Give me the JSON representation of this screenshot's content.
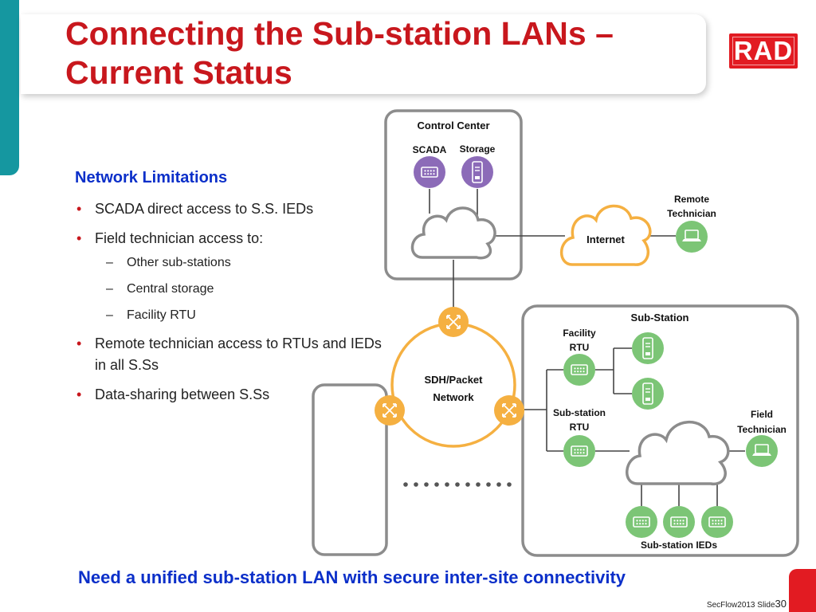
{
  "slide": {
    "title": "Connecting the Sub-station LANs – Current Status",
    "logo_text": "RAD",
    "bottom_message": "Need a unified sub-station LAN with secure inter-site connectivity",
    "footer": {
      "event": "SecFlow2013",
      "slide_label": "Slide",
      "slide_number": "30"
    }
  },
  "limitations": {
    "heading": "Network Limitations",
    "b1": "SCADA direct access to S.S. IEDs",
    "b2": "Field technician access to:",
    "b2_sub": [
      "Other sub-stations",
      "Central storage",
      "Facility RTU"
    ],
    "b3": "Remote technician access to RTUs and IEDs in all S.Ss",
    "b4": "Data-sharing between S.Ss"
  },
  "diagram": {
    "control_center": "Control Center",
    "scada": "SCADA",
    "storage": "Storage",
    "remote_tech_1": "Remote",
    "remote_tech_2": "Technician",
    "internet": "Internet",
    "sdh_1": "SDH/Packet",
    "sdh_2": "Network",
    "substation": "Sub-Station",
    "facility_rtu_1": "Facility",
    "facility_rtu_2": "RTU",
    "ss_rtu_1": "Sub-station",
    "ss_rtu_2": "RTU",
    "field_tech_1": "Field",
    "field_tech_2": "Technician",
    "ieds": "Sub-station IEDs"
  },
  "colors": {
    "title_red": "#c8171d",
    "teal": "#1597a0",
    "blue_text": "#0b2fc9",
    "purple_device": "#8c6bb8",
    "green_device": "#7cc576",
    "orange_ring": "#f5b041",
    "box_gray": "#8c8c8c"
  }
}
